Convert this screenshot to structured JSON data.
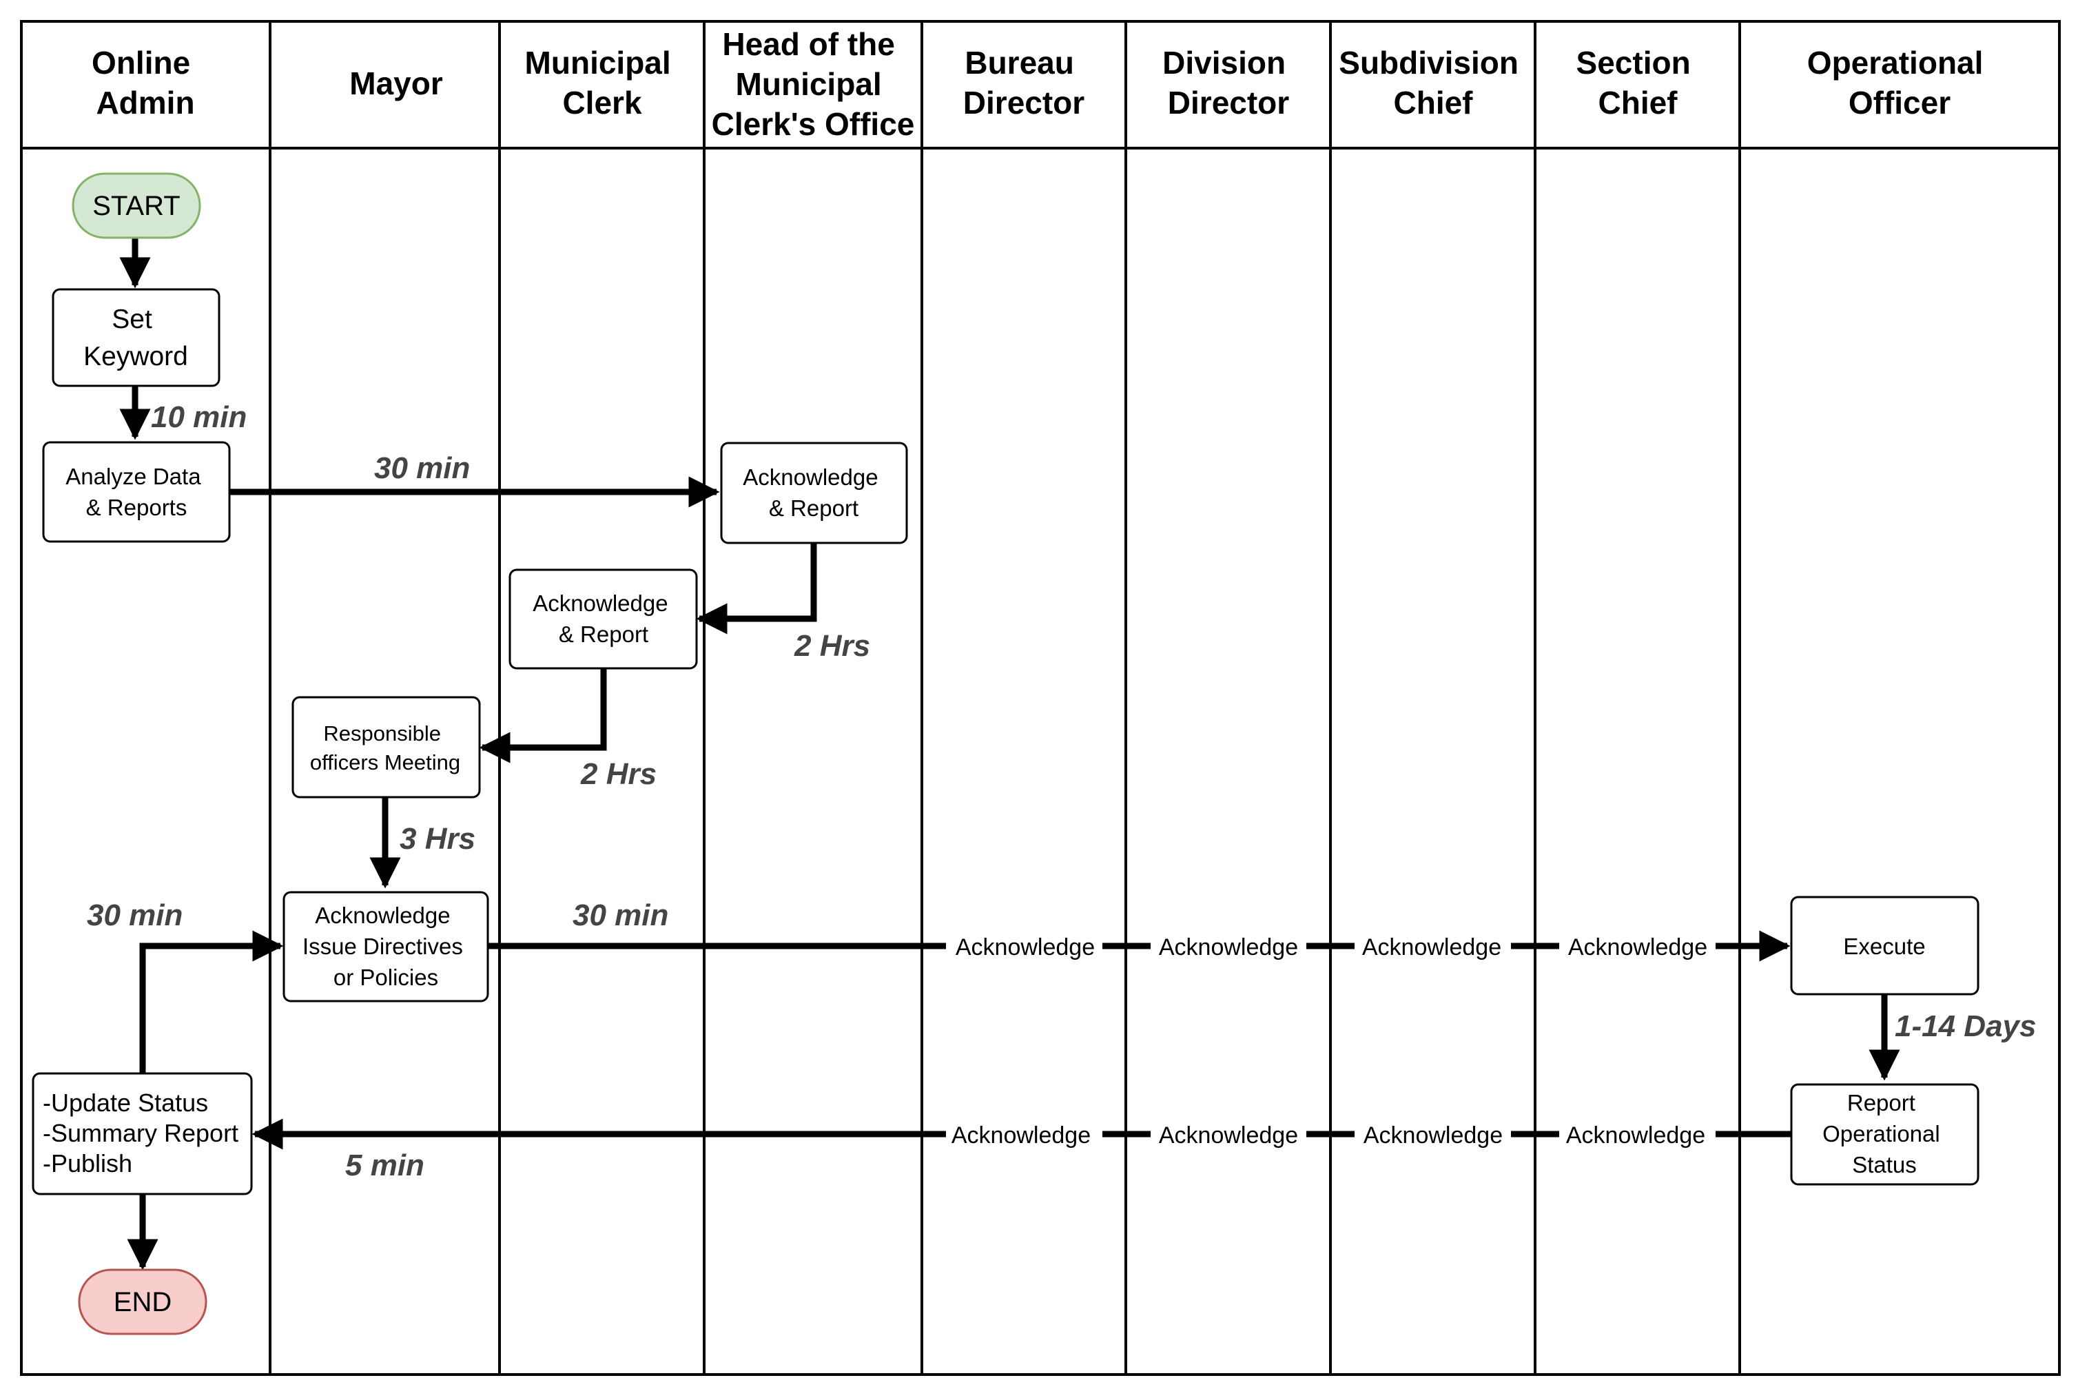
{
  "lanes": [
    {
      "lines": [
        "Online",
        "Admin"
      ]
    },
    {
      "lines": [
        "Mayor"
      ]
    },
    {
      "lines": [
        "Municipal",
        "Clerk"
      ]
    },
    {
      "lines": [
        "Head of the",
        "Municipal",
        "Clerk's Office"
      ]
    },
    {
      "lines": [
        "Bureau",
        "Director"
      ]
    },
    {
      "lines": [
        "Division",
        "Director"
      ]
    },
    {
      "lines": [
        "Subdivision",
        "Chief"
      ]
    },
    {
      "lines": [
        "Section",
        "Chief"
      ]
    },
    {
      "lines": [
        "Operational",
        "Officer"
      ]
    }
  ],
  "nodes": {
    "start": "START",
    "set_keyword": [
      "Set",
      "Keyword"
    ],
    "analyze": [
      "Analyze Data",
      "& Reports"
    ],
    "head_ack": [
      "Acknowledge",
      "& Report"
    ],
    "clerk_ack": [
      "Acknowledge",
      "& Report"
    ],
    "meeting": [
      "Responsible",
      "officers Meeting"
    ],
    "mayor_directives": [
      "Acknowledge",
      "Issue Directives",
      "or Policies"
    ],
    "execute": "Execute",
    "report_status": [
      "Report",
      "Operational",
      "Status"
    ],
    "update": [
      "-Update Status",
      "-Summary Report",
      "-Publish"
    ],
    "end": "END"
  },
  "durations": {
    "keyword_to_analyze": "10 min",
    "analyze_to_head": "30 min",
    "head_to_clerk": "2 Hrs",
    "clerk_to_meeting": "2 Hrs",
    "meeting_to_mayor": "3 Hrs",
    "update_to_mayor": "30 min",
    "mayor_to_chain": "30 min",
    "execute_to_report": "1-14 Days",
    "report_to_update": "5 min"
  },
  "chain_labels": {
    "downward": [
      "Acknowledge",
      "Acknowledge",
      "Acknowledge",
      "Acknowledge"
    ],
    "return": [
      "Acknowledge",
      "Acknowledge",
      "Acknowledge",
      "Acknowledge"
    ]
  },
  "colors": {
    "start_fill": "#d5e8d4",
    "start_stroke": "#82b366",
    "end_fill": "#f8cecc",
    "end_stroke": "#b85450",
    "duration_text": "#444444"
  }
}
